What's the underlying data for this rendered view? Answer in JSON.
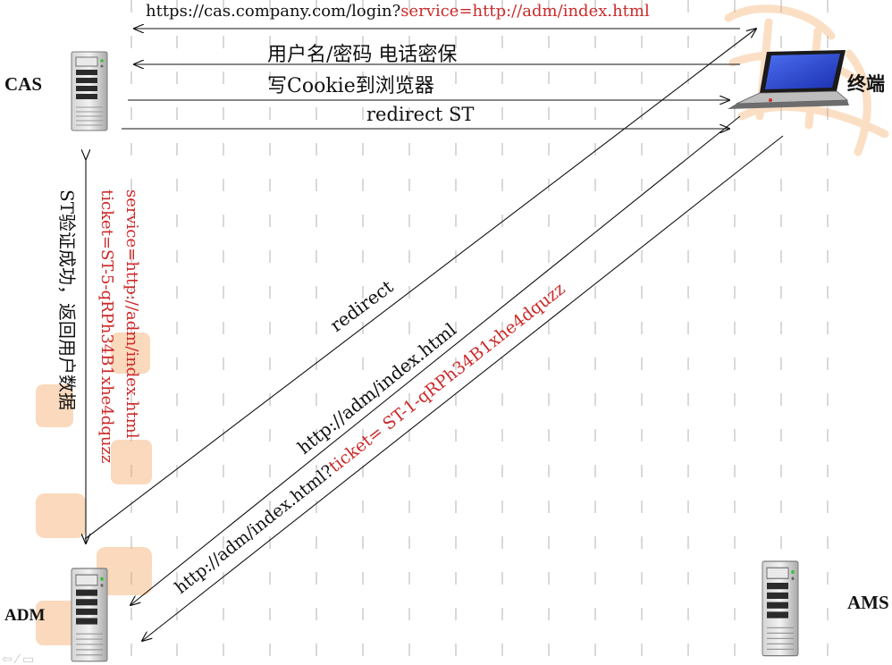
{
  "nodes": {
    "cas": "CAS",
    "terminal": "终端",
    "adm": "ADM",
    "ams": "AMS"
  },
  "messages": {
    "login_url_prefix": "https://cas.company.com/login?",
    "login_url_service": "service=http://adm/index.html",
    "credentials": "用户名/密码 电话密保",
    "write_cookie": "写Cookie到浏览器",
    "redirect_st": "redirect ST",
    "st_validate_success": "ST验证成功，返回用户数据",
    "validate_service": "service=http://adm/index.html",
    "validate_ticket": "ticket=ST-5-qRPh34B1xhe4dquzz",
    "redirect": "redirect",
    "adm_index": "http://adm/index.html",
    "adm_ticket_prefix": "http://adm/index.html?",
    "adm_ticket_value": "ticket= ST-1-qRPh34B1xhe4dquzz"
  },
  "colors": {
    "highlight": "#cc2a2a",
    "line": "#111111",
    "watermark": "#f3a35a",
    "grid": "#d9d9d9"
  },
  "icons": {
    "cas": "server-icon",
    "adm": "server-icon",
    "ams": "server-icon",
    "terminal": "laptop-icon"
  }
}
